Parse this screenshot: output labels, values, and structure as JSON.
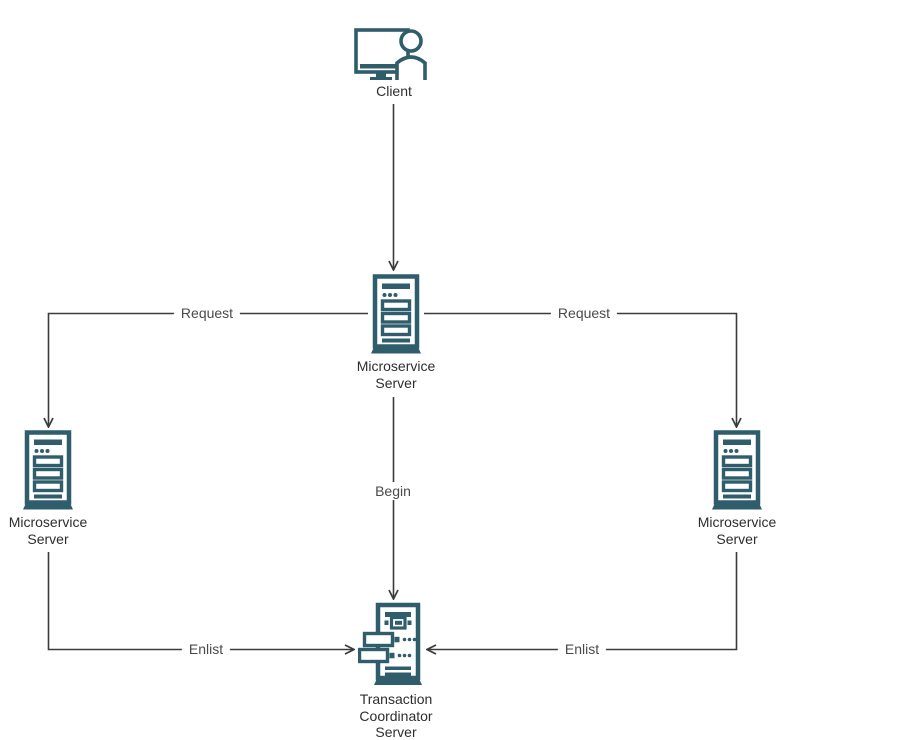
{
  "colors": {
    "icon": "#2F5D6B",
    "connector": "#3B3B3B",
    "node_label": "#2E2E2E",
    "edge_label": "#4A4A4A",
    "background": "#FFFFFF"
  },
  "nodes": {
    "client": {
      "label": "Client",
      "icon": "client-monitor-person-icon"
    },
    "microservice_left": {
      "label": "Microservice\nServer",
      "icon": "server-icon"
    },
    "microservice_center": {
      "label": "Microservice\nServer",
      "icon": "server-icon"
    },
    "microservice_right": {
      "label": "Microservice\nServer",
      "icon": "server-icon"
    },
    "transaction_coordinator": {
      "label": "Transaction\nCoordinator\nServer",
      "icon": "transaction-coordinator-server-icon"
    }
  },
  "edges": {
    "request_left": {
      "label": "Request"
    },
    "request_right": {
      "label": "Request"
    },
    "begin": {
      "label": "Begin"
    },
    "enlist_left": {
      "label": "Enlist"
    },
    "enlist_right": {
      "label": "Enlist"
    }
  }
}
